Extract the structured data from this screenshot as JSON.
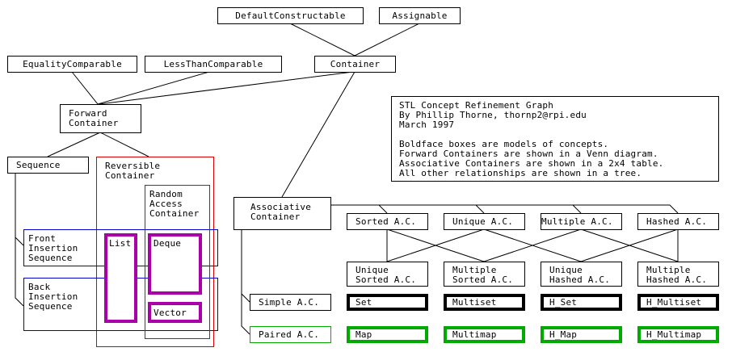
{
  "title": "STL Concept Refinement Graph",
  "colors": {
    "tree": "#000000",
    "reversible": "#dd0000",
    "insertion": "#0000cc",
    "sequence_model": "#aa00aa",
    "paired": "#00aa00"
  },
  "info": {
    "lines": [
      "STL Concept Refinement Graph",
      "By Phillip Thorne, thornp2@rpi.edu",
      "March 1997",
      "",
      "Boldface boxes are models of concepts.",
      "Forward Containers are shown in a Venn diagram.",
      "Associative Containers are shown in a 2x4 table.",
      "All other relationships are shown in a tree."
    ]
  },
  "concepts": {
    "default_constructable": "DefaultConstructable",
    "assignable": "Assignable",
    "equality_comparable": "EqualityComparable",
    "less_than_comparable": "LessThanComparable",
    "container": "Container",
    "forward_container": "Forward\nContainer",
    "sequence": "Sequence",
    "reversible_container": "Reversible\nContainer",
    "random_access_container": "Random\nAccess\nContainer",
    "front_insertion_sequence": "Front\nInsertion\nSequence",
    "back_insertion_sequence": "Back\nInsertion\nSequence",
    "associative_container": "Associative\nContainer",
    "simple_ac": "Simple A.C.",
    "paired_ac": "Paired A.C."
  },
  "sequence_models": {
    "list": "List",
    "deque": "Deque",
    "vector": "Vector"
  },
  "ac_table": {
    "top_row": [
      "Sorted A.C.",
      "Unique A.C.",
      "Multiple A.C.",
      "Hashed A.C."
    ],
    "bottom_row": [
      "Unique\nSorted A.C.",
      "Multiple\nSorted A.C.",
      "Unique\nHashed A.C.",
      "Multiple\nHashed A.C."
    ],
    "simple_models": [
      "Set",
      "Multiset",
      "H_Set",
      "H_Multiset"
    ],
    "paired_models": [
      "Map",
      "Multimap",
      "H_Map",
      "H_Multimap"
    ]
  }
}
